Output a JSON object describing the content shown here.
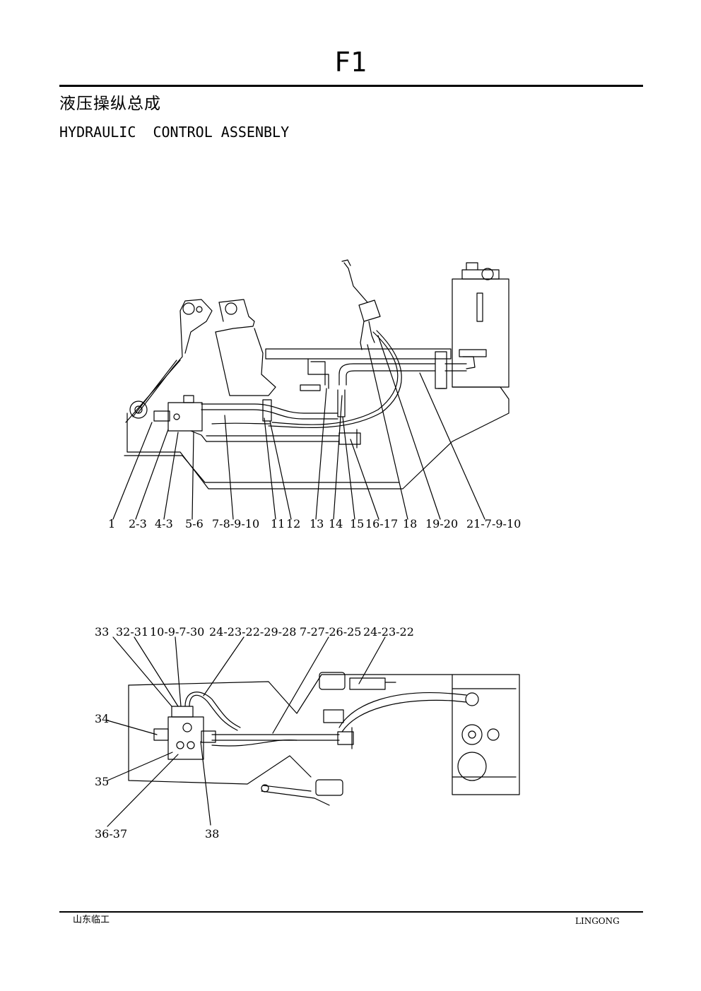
{
  "page_code": "F1",
  "title_cn": "液压操纵总成",
  "title_en": "HYDRAULIC  CONTROL ASSENBLY",
  "diagram_side": {
    "labels": [
      "1",
      "2-3",
      "4-3",
      "5-6",
      "7-8-9-10",
      "11",
      "12",
      "13",
      "14",
      "15",
      "16-17",
      "18",
      "19-20",
      "21-7-9-10"
    ]
  },
  "diagram_top": {
    "top_labels": [
      "33",
      "32-31",
      "10-9-7-30",
      "24-23-22-29-28",
      "7-27-26-25",
      "24-23-22"
    ],
    "side_labels": [
      "34",
      "35",
      "36-37",
      "38"
    ]
  },
  "footer": {
    "left": "山东临工",
    "right": "LINGONG"
  }
}
